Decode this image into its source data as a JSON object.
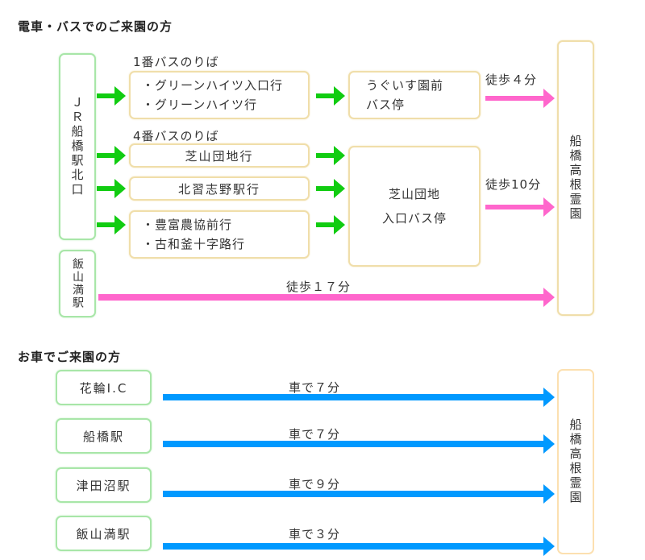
{
  "train_section": {
    "heading": "電車・バスでのご来園の方",
    "origin_jr": "ＪＲ船橋駅北口",
    "origin_iiyama": "飯山満駅",
    "platform1_label": "1番バスのりば",
    "platform4_label": "4番バスのりば",
    "route1_lines": [
      "・グリーンハイツ入口行",
      "・グリーンハイツ行"
    ],
    "route2": "芝山団地行",
    "route3": "北習志野駅行",
    "route4_lines": [
      "・豊富農協前行",
      "・古和釜十字路行"
    ],
    "stop1_lines": [
      "うぐいす園前",
      "バス停"
    ],
    "stop2_lines": [
      "芝山団地",
      "入口バス停"
    ],
    "walk1": "徒歩４分",
    "walk2": "徒歩10分",
    "walk3": "徒歩１７分",
    "destination": "船橋高根霊園"
  },
  "car_section": {
    "heading": "お車でご来園の方",
    "routes": [
      {
        "origin": "花輪I.C",
        "time": "車で７分"
      },
      {
        "origin": "船橋駅",
        "time": "車で７分"
      },
      {
        "origin": "津田沼駅",
        "time": "車で９分"
      },
      {
        "origin": "飯山満駅",
        "time": "車で３分"
      }
    ],
    "destination": "船橋高根霊園"
  },
  "colors": {
    "bus_arrow": "#11cc11",
    "walk_arrow": "#ff66cc",
    "car_arrow": "#0099ff",
    "green_border": "#a8e6a8",
    "yellow_border": "#f0deaa"
  }
}
